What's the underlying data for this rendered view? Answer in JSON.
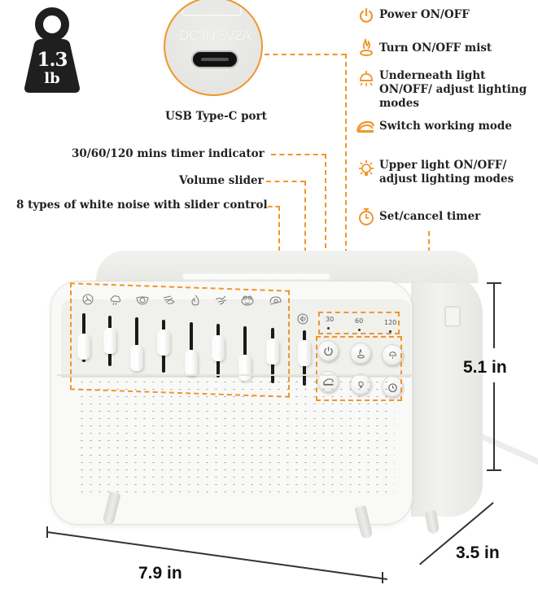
{
  "weight": {
    "value": "1.3",
    "unit": "lb"
  },
  "usb_port": {
    "inset_text": "DC IN 5V2A",
    "caption": "USB Type-C port"
  },
  "left_callouts": [
    {
      "label": "30/60/120 mins timer indicator"
    },
    {
      "label": "Volume slider"
    },
    {
      "label": "8 types of white noise with slider control"
    }
  ],
  "right_callouts": [
    {
      "icon": "power-icon",
      "label": "Power ON/OFF"
    },
    {
      "icon": "mist-icon",
      "label": "Turn ON/OFF mist"
    },
    {
      "icon": "underneath-light-icon",
      "label": "Underneath light ON/OFF/ adjust lighting modes"
    },
    {
      "icon": "switch-mode-icon",
      "label": "Switch working mode"
    },
    {
      "icon": "upper-light-icon",
      "label": "Upper light ON/OFF/ adjust lighting modes"
    },
    {
      "icon": "timer-icon",
      "label": "Set/cancel timer"
    }
  ],
  "device": {
    "noise_types": [
      "fan",
      "rain-cloud",
      "leaf",
      "wind",
      "fire",
      "bird",
      "frog",
      "stream"
    ],
    "timer_indicator": [
      "30",
      "60",
      "120"
    ],
    "buttons": [
      "power",
      "mist",
      "underneath-light",
      "switch-mode",
      "upper-light",
      "timer"
    ]
  },
  "dimensions": {
    "height": "5.1 in",
    "width": "7.9 in",
    "depth": "3.5 in"
  },
  "colors": {
    "accent": "#f0962a",
    "text": "#222222",
    "weight_icon": "#1f1f1f"
  }
}
